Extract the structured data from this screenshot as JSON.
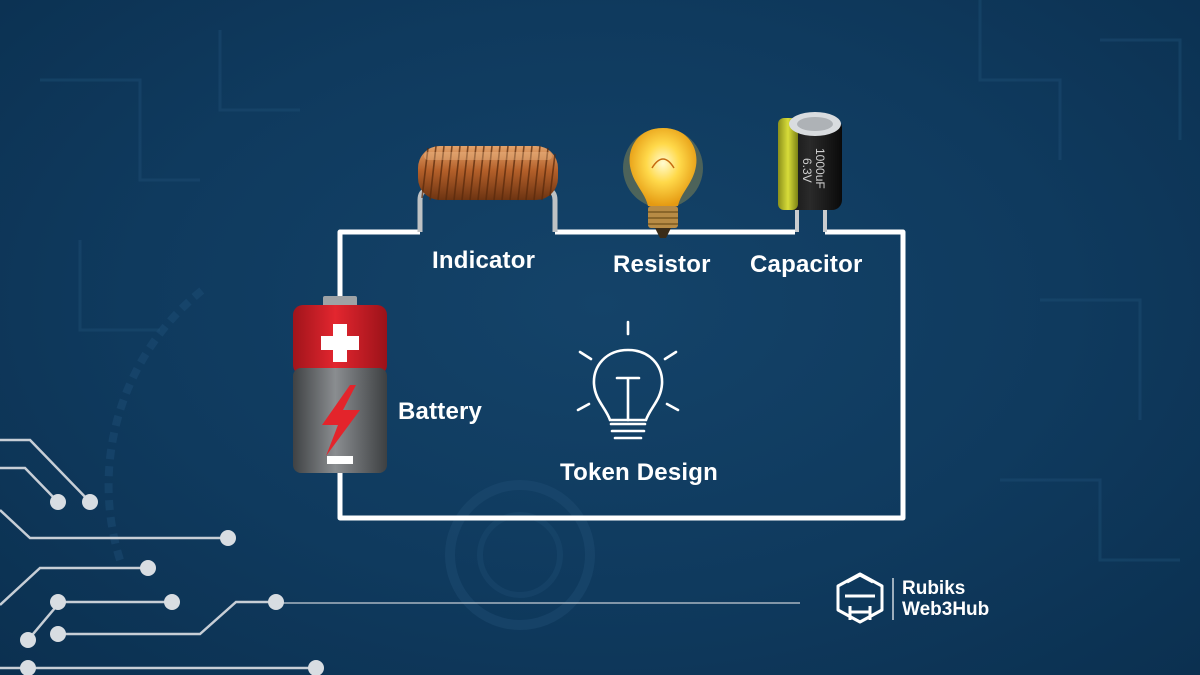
{
  "labels": {
    "indicator": "Indicator",
    "resistor": "Resistor",
    "capacitor": "Capacitor",
    "battery": "Battery",
    "center": "Token Design"
  },
  "capacitor_print": {
    "line1": "1000uF",
    "line2": "6.3V"
  },
  "brand": {
    "name_line1": "Rubiks",
    "name_line2": "Web3Hub"
  },
  "icons": [
    "coil-inductor-icon",
    "light-bulb-icon",
    "capacitor-icon",
    "battery-icon",
    "idea-bulb-icon",
    "brand-logo-icon"
  ],
  "colors": {
    "background": "#0f3a5e",
    "wire": "#ffffff",
    "battery_red": "#d8212a",
    "battery_gray": "#6b6e70",
    "coil_copper": "#b8652a"
  }
}
